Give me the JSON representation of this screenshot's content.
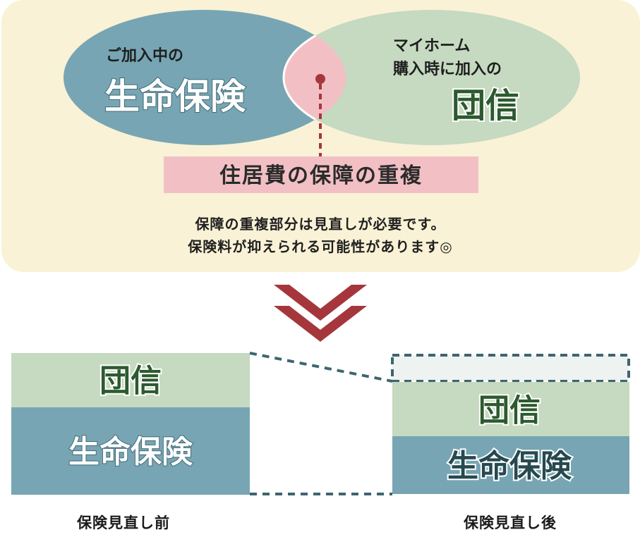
{
  "venn": {
    "left_small": "ご加入中の",
    "left_large": "生命保険",
    "right_small_1": "マイホーム",
    "right_small_2": "購入時に加入の",
    "right_large": "団信",
    "overlap_label": "住居費の保障の重複"
  },
  "note": {
    "line1": "保障の重複部分は見直しが必要です。",
    "line2": "保険料が抑えられる可能性があります◎"
  },
  "before": {
    "top_label": "団信",
    "bottom_label": "生命保険",
    "caption": "保険見直し前"
  },
  "after": {
    "top_label": "団信",
    "bottom_label": "生命保険",
    "caption": "保険見直し後"
  },
  "colors": {
    "panel_bg": "#f9f2d6",
    "teal": "#77a5b3",
    "sage": "#c6d9c1",
    "pink": "#f2c0c4",
    "dark_red": "#a5373c",
    "dark_green": "#2c5a2e",
    "dark_teal_text": "#26494f",
    "chevron": "#a5373c"
  }
}
